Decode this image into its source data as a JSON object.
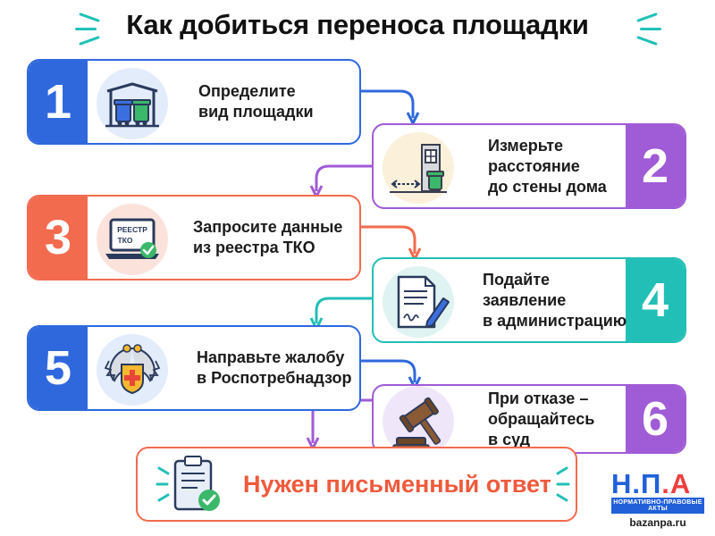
{
  "title": "Как добиться переноса площадки",
  "colors": {
    "blue": "#2f68dd",
    "purple": "#a05bd6",
    "coral": "#f26b4f",
    "teal": "#22bfb6"
  },
  "steps": [
    {
      "number": "1",
      "line1": "Определите",
      "line2": "вид площадки",
      "line3": "",
      "icon": "waste-bins-shelter-icon"
    },
    {
      "number": "2",
      "line1": "Измерьте",
      "line2": "расстояние",
      "line3": "до стены дома",
      "icon": "house-distance-icon"
    },
    {
      "number": "3",
      "line1": "Запросите данные",
      "line2": "из реестра ТКО",
      "line3": "",
      "icon": "laptop-registry-icon"
    },
    {
      "number": "4",
      "line1": "Подайте",
      "line2": "заявление",
      "line3": "в администрацию",
      "icon": "document-pen-icon"
    },
    {
      "number": "5",
      "line1": "Направьте жалобу",
      "line2": "в Роспотребнадзор",
      "line3": "",
      "icon": "emblem-icon"
    },
    {
      "number": "6",
      "line1": "При отказе –",
      "line2": "обращайтесь",
      "line3": "в суд",
      "icon": "gavel-icon"
    }
  ],
  "laptop_screen_line1": "РЕЕСТР",
  "laptop_screen_line2": "ТКО",
  "bottom_text": "Нужен письменный ответ",
  "logo": {
    "letter1": "Н",
    "dot1": ".",
    "letter2": "П",
    "dot2": ".",
    "letter3": "А",
    "subtitle": "НОРМАТИВНО-ПРАВОВЫЕ АКТЫ",
    "site": "bazanpa.ru"
  }
}
